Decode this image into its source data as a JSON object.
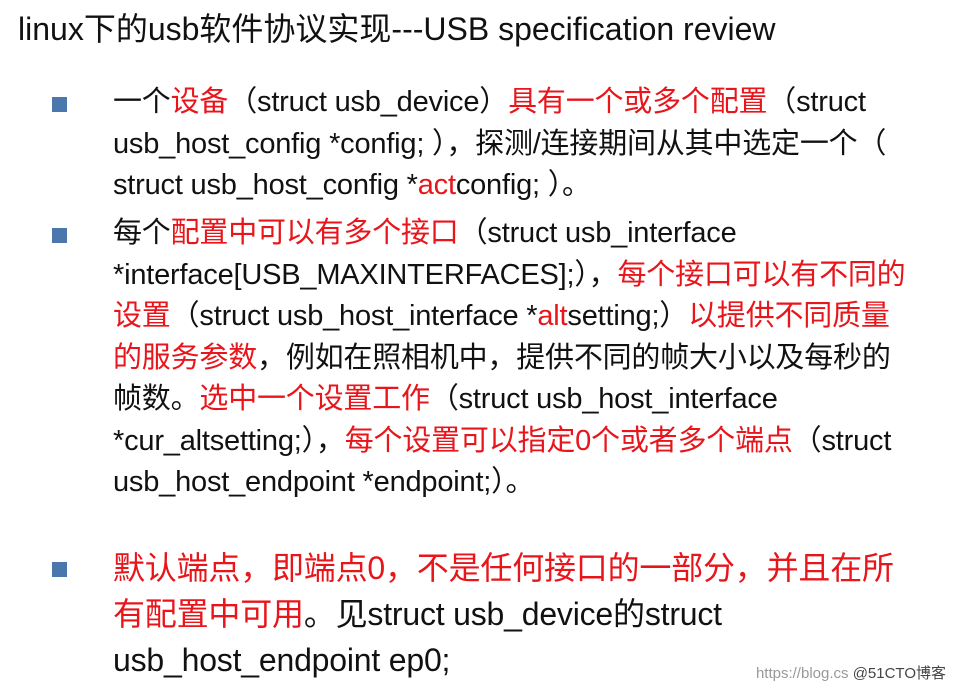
{
  "title": "linux下的usb软件协议实现---USB specification review",
  "bullets": [
    {
      "segments": [
        {
          "text": "一个",
          "red": false
        },
        {
          "text": "设备",
          "red": true
        },
        {
          "text": "（struct usb_device）",
          "red": false
        },
        {
          "text": "具有一个或多个配置",
          "red": true
        },
        {
          "text": "（struct usb_host_config *config; ），探测/连接期间从其中选定一个（ struct usb_host_config *",
          "red": false
        },
        {
          "text": "act",
          "red": true
        },
        {
          "text": "config; ）。",
          "red": false
        }
      ]
    },
    {
      "segments": [
        {
          "text": "每个",
          "red": false
        },
        {
          "text": "配置中可以有多个接口",
          "red": true
        },
        {
          "text": "（struct usb_interface *interface[USB_MAXINTERFACES];），",
          "red": false
        },
        {
          "text": "每个接口可以有不同的设置",
          "red": true
        },
        {
          "text": "（struct usb_host_interface *",
          "red": false
        },
        {
          "text": "alt",
          "red": true
        },
        {
          "text": "setting;）",
          "red": false
        },
        {
          "text": "以提供不同质量的服务参数",
          "red": true
        },
        {
          "text": "，例如在照相机中，提供不同的帧大小以及每秒的帧数。",
          "red": false
        },
        {
          "text": "选中一个设置工作",
          "red": true
        },
        {
          "text": "（struct usb_host_interface *cur_altsetting;），",
          "red": false
        },
        {
          "text": "每个设置可以指定0个或者多个端点",
          "red": true
        },
        {
          "text": "（struct usb_host_endpoint *endpoint;）。",
          "red": false
        }
      ]
    },
    {
      "segments": [
        {
          "text": "默认端点，即端点0，不是任何接口的一部分，并且在所有配置中可用",
          "red": true
        },
        {
          "text": "。见struct usb_device的struct usb_host_endpoint ep0;",
          "red": false
        }
      ]
    }
  ],
  "watermark": {
    "url": "https://blog.cs",
    "brand": "@51CTO博客"
  },
  "colors": {
    "bullet": "#4a78ad",
    "highlight": "#e8151b",
    "text": "#111111"
  }
}
